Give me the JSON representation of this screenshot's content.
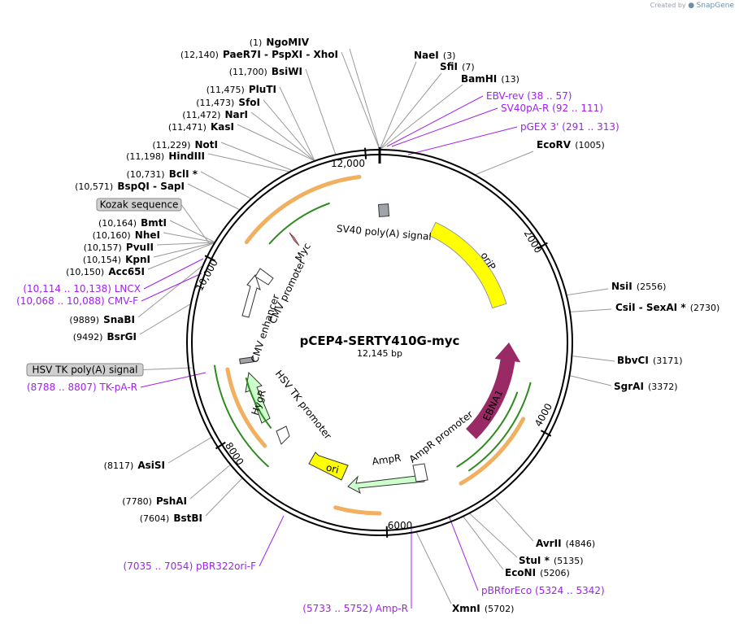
{
  "credit": {
    "prefix": "Created by",
    "brand": "SnapGene"
  },
  "plasmid": {
    "name": "pCEP4-SERTY410G-myc",
    "size": "12,145 bp"
  },
  "ticks": [
    "2000",
    "4000",
    "6000",
    "8000",
    "10,000",
    "12,000"
  ],
  "sites": [
    {
      "pos": "(1)",
      "name": "NgoMIV"
    },
    {
      "pos": "(3)",
      "name": "NaeI"
    },
    {
      "pos": "(7)",
      "name": "SfiI"
    },
    {
      "pos": "(13)",
      "name": "BamHI"
    },
    {
      "pos": "(1005)",
      "name": "EcoRV"
    },
    {
      "pos": "(2556)",
      "name": "NsiI"
    },
    {
      "pos": "(2730)",
      "name": "CsiI  -  SexAI *"
    },
    {
      "pos": "(3171)",
      "name": "BbvCI"
    },
    {
      "pos": "(3372)",
      "name": "SgrAI"
    },
    {
      "pos": "(4846)",
      "name": "AvrII"
    },
    {
      "pos": "(5135)",
      "name": "StuI *"
    },
    {
      "pos": "(5206)",
      "name": "EcoNI"
    },
    {
      "pos": "(5702)",
      "name": "XmnI"
    },
    {
      "pos": "(7604)",
      "name": "BstBI"
    },
    {
      "pos": "(7780)",
      "name": "PshAI"
    },
    {
      "pos": "(8117)",
      "name": "AsiSI"
    },
    {
      "pos": "(9492)",
      "name": "BsrGI"
    },
    {
      "pos": "(9889)",
      "name": "SnaBI"
    },
    {
      "pos": "(10,150)",
      "name": "Acc65I"
    },
    {
      "pos": "(10,154)",
      "name": "KpnI"
    },
    {
      "pos": "(10,157)",
      "name": "PvuII"
    },
    {
      "pos": "(10,160)",
      "name": "NheI"
    },
    {
      "pos": "(10,164)",
      "name": "BmtI"
    },
    {
      "pos": "(10,571)",
      "name": "BspQI  -  SapI"
    },
    {
      "pos": "(10,731)",
      "name": "BclI *"
    },
    {
      "pos": "(11,198)",
      "name": "HindIII"
    },
    {
      "pos": "(11,229)",
      "name": "NotI"
    },
    {
      "pos": "(11,471)",
      "name": "KasI"
    },
    {
      "pos": "(11,472)",
      "name": "NarI"
    },
    {
      "pos": "(11,473)",
      "name": "SfoI"
    },
    {
      "pos": "(11,475)",
      "name": "PluTI"
    },
    {
      "pos": "(11,700)",
      "name": "BsiWI"
    },
    {
      "pos": "(12,140)",
      "name": "PaeR7I  -  PspXI  -  XhoI"
    }
  ],
  "primers": [
    {
      "name": "EBV-rev",
      "range": "(38 .. 57)"
    },
    {
      "name": "SV40pA-R",
      "range": "(92 .. 111)"
    },
    {
      "name": "pGEX 3'",
      "range": "(291 .. 313)"
    },
    {
      "name": "pBRforEco",
      "range": "(5324 .. 5342)"
    },
    {
      "name": "Amp-R",
      "range": "(5733 .. 5752)"
    },
    {
      "name": "pBR322ori-F",
      "range": "(7035 .. 7054)"
    },
    {
      "name": "TK-pA-R",
      "range": "(8788 .. 8807)"
    },
    {
      "name": "CMV-F",
      "range": "(10,068 .. 10,088)"
    },
    {
      "name": "LNCX",
      "range": "(10,114 .. 10,138)"
    }
  ],
  "boxed_features": [
    "Kozak sequence",
    "HSV TK poly(A) signal"
  ],
  "features": [
    "SV40 poly(A) signal",
    "oriP",
    "EBNA1",
    "AmpR promoter",
    "AmpR",
    "ori",
    "HSV TK promoter",
    "HygR",
    "CMV enhancer",
    "CMV promoter",
    "Myc"
  ],
  "colors": {
    "backbone": "#000000",
    "primer": "#a020f0",
    "oriP": "#ffff00",
    "EBNA1": "#9a2a66",
    "AmpR": "#ccffcc",
    "ori": "#ffff00",
    "HygR": "#ccffcc",
    "CMV": "#ffffff",
    "Myc": "#c88890",
    "polyA": "#a0a4a8",
    "orf_green": "#2e8b1f",
    "orf_orange": "#f0b060"
  }
}
